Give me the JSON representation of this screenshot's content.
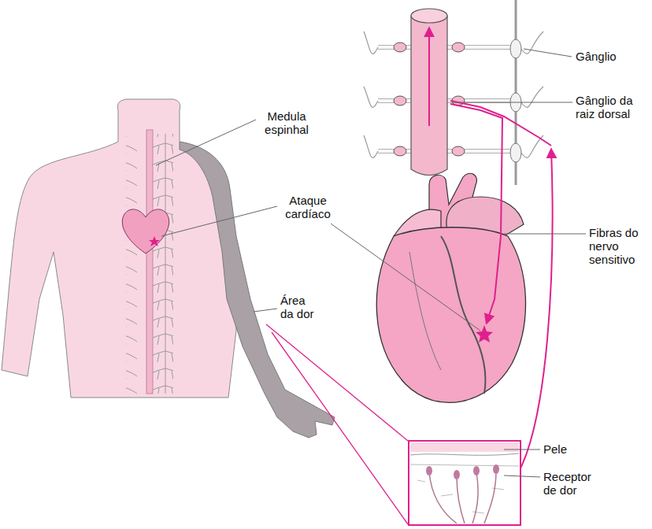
{
  "diagram": {
    "labels": [
      "Gânglio",
      "Medula espinhal",
      "Gânglio da raiz dorsal",
      "Ataque cardíaco",
      "Fibras do nervo sensitivo",
      "Área da dor",
      "Pele",
      "Receptor de dor"
    ]
  }
}
